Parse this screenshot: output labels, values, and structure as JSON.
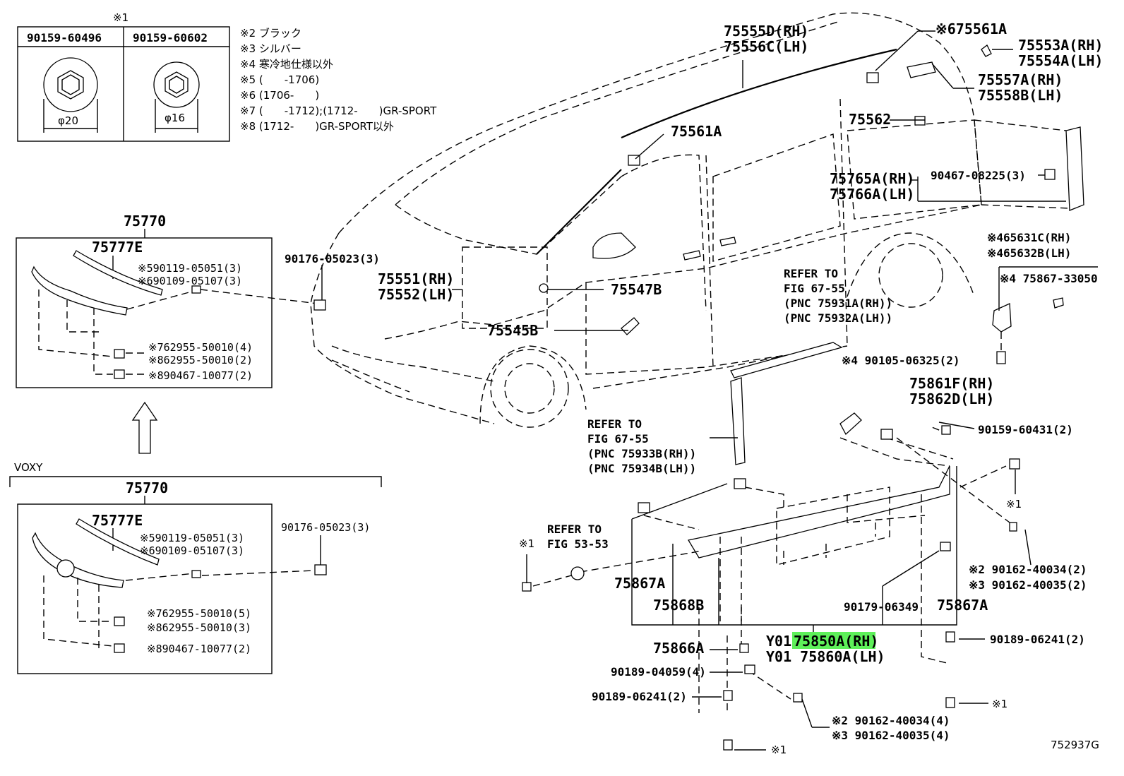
{
  "bolt_table": {
    "header_mark": "※1",
    "col1_part": "90159-60496",
    "col2_part": "90159-60602",
    "col1_dim": "φ20",
    "col2_dim": "φ16"
  },
  "notes": [
    "※2 ブラック",
    "※3 シルバー",
    "※4 寒冷地仕様以外",
    "※5 (　　-1706)",
    "※6 (1706-　　)",
    "※7 (　　-1712);(1712-　　)GR-SPORT",
    "※8 (1712-　　)GR-SPORT以外"
  ],
  "grille_upper": {
    "title": "75770",
    "part_main": "75777E",
    "l1": "※590119-05051(3)",
    "l2": "※690109-05107(3)",
    "l3": "※762955-50010(4)",
    "l4": "※862955-50010(2)",
    "l5": "※890467-10077(2)"
  },
  "grille_lower": {
    "variant": "VOXY",
    "title": "75770",
    "part_main": "75777E",
    "l1": "※590119-05051(3)",
    "l2": "※690109-05107(3)",
    "l3": "※762955-50010(5)",
    "l4": "※862955-50010(3)",
    "l5": "※890467-10077(2)",
    "clip": "90176-05023(3)"
  },
  "labels": {
    "p_75555d": "75555D(RH)",
    "p_75556c": "75556C(LH)",
    "p_75561a_top": "※675561A",
    "p_75553a": "75553A(RH)",
    "p_75554a": "75554A(LH)",
    "p_75557a": "75557A(RH)",
    "p_75558b": "75558B(LH)",
    "p_75562": "75562",
    "p_75561a": "75561A",
    "p_75765a": "75765A(RH)",
    "p_75766a": "75766A(LH)",
    "p_90467_08225": "90467-08225(3)",
    "p_90176": "90176-05023(3)",
    "p_75551": "75551(RH)",
    "p_75552": "75552(LH)",
    "p_75547b": "75547B",
    "p_75545b": "75545B",
    "p_65631c": "※465631C(RH)",
    "p_65632b": "※465632B(LH)",
    "p_75867_33050": "※4 75867-33050",
    "ref1_a": "REFER TO",
    "ref1_b": "FIG 67-55",
    "ref1_c": "(PNC 75931A(RH))",
    "ref1_d": "(PNC 75932A(LH))",
    "p_90105": "※4 90105-06325(2)",
    "p_75861f": "75861F(RH)",
    "p_75862d": "75862D(LH)",
    "p_90159_60431": "90159-60431(2)",
    "ref2_a": "REFER TO",
    "ref2_b": "FIG 67-55",
    "ref2_c": "(PNC 75933B(RH))",
    "ref2_d": "(PNC 75934B(LH))",
    "mark1_a": "※1",
    "ref3_a": "REFER TO",
    "ref3_b": "FIG 53-53",
    "mark1_b": "※1",
    "p_90162_a1": "※2 90162-40034(2)",
    "p_90162_a2": "※3 90162-40035(2)",
    "p_75867a_l": "75867A",
    "p_75868b": "75868B",
    "p_90179": "90179-06349",
    "p_75867a_r": "75867A",
    "p_y01_a_prefix": "Y01",
    "p_75850a": "75850A(RH)",
    "p_y01_b": "Y01 75860A(LH)",
    "p_90189_06241_r": "90189-06241(2)",
    "p_75866a": "75866A",
    "p_90189_04059": "90189-04059(4)",
    "p_90189_06241_l": "90189-06241(2)",
    "mark1_c": "※1",
    "p_90162_b1": "※2 90162-40034(4)",
    "p_90162_b2": "※3 90162-40035(4)",
    "mark1_d": "※1",
    "fig_id": "752937G"
  },
  "colors": {
    "highlight": "#5ef05a",
    "ink": "#000000"
  }
}
